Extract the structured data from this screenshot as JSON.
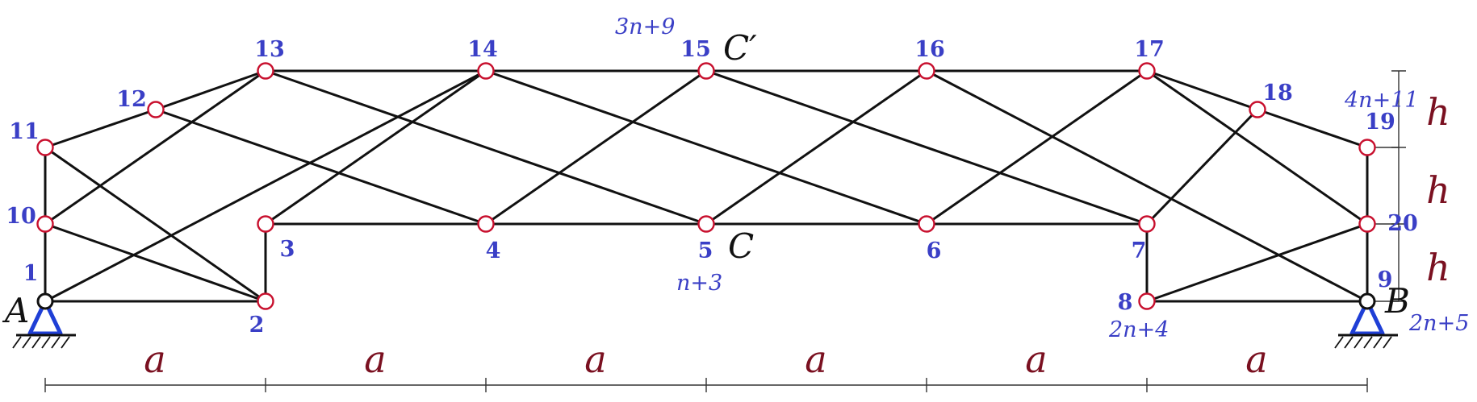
{
  "nodes": [
    {
      "id": "1",
      "label": "1"
    },
    {
      "id": "2",
      "label": "2"
    },
    {
      "id": "3",
      "label": "3"
    },
    {
      "id": "4",
      "label": "4"
    },
    {
      "id": "5",
      "label": "5"
    },
    {
      "id": "6",
      "label": "6"
    },
    {
      "id": "7",
      "label": "7"
    },
    {
      "id": "8",
      "label": "8"
    },
    {
      "id": "9",
      "label": "9"
    },
    {
      "id": "10",
      "label": "10"
    },
    {
      "id": "11",
      "label": "11"
    },
    {
      "id": "12",
      "label": "12"
    },
    {
      "id": "13",
      "label": "13"
    },
    {
      "id": "14",
      "label": "14"
    },
    {
      "id": "15",
      "label": "15"
    },
    {
      "id": "16",
      "label": "16"
    },
    {
      "id": "17",
      "label": "17"
    },
    {
      "id": "18",
      "label": "18"
    },
    {
      "id": "19",
      "label": "19"
    },
    {
      "id": "20",
      "label": "20"
    }
  ],
  "members": [
    [
      "1",
      "2"
    ],
    [
      "1",
      "10"
    ],
    [
      "10",
      "11"
    ],
    [
      "2",
      "3"
    ],
    [
      "3",
      "4"
    ],
    [
      "4",
      "5"
    ],
    [
      "5",
      "6"
    ],
    [
      "6",
      "7"
    ],
    [
      "7",
      "8"
    ],
    [
      "8",
      "9"
    ],
    [
      "9",
      "20"
    ],
    [
      "20",
      "19"
    ],
    [
      "11",
      "12"
    ],
    [
      "12",
      "13"
    ],
    [
      "13",
      "14"
    ],
    [
      "14",
      "15"
    ],
    [
      "15",
      "16"
    ],
    [
      "16",
      "17"
    ],
    [
      "17",
      "18"
    ],
    [
      "18",
      "19"
    ],
    [
      "1",
      "14"
    ],
    [
      "3",
      "14"
    ],
    [
      "4",
      "15"
    ],
    [
      "5",
      "16"
    ],
    [
      "6",
      "17"
    ],
    [
      "7",
      "18"
    ],
    [
      "8",
      "20"
    ],
    [
      "10",
      "13"
    ],
    [
      "11",
      "2"
    ],
    [
      "10",
      "2"
    ],
    [
      "12",
      "4"
    ],
    [
      "13",
      "5"
    ],
    [
      "14",
      "6"
    ],
    [
      "15",
      "7"
    ],
    [
      "16",
      "9"
    ],
    [
      "17",
      "20"
    ]
  ],
  "formulas": {
    "node15": "3n+9",
    "node5": "n+3",
    "node8": "2n+4",
    "node9": "2n+5",
    "node19": "4n+11"
  },
  "points": {
    "A": "A",
    "B": "B",
    "C": "C",
    "C_prime": "C′"
  },
  "dimensions": {
    "horizontal": [
      "a",
      "a",
      "a",
      "a",
      "a",
      "a"
    ],
    "vertical": [
      "h",
      "h",
      "h"
    ]
  },
  "colors": {
    "member": "#111111",
    "node_stroke": "#c8102e",
    "node_label": "#3a3fc6",
    "dimension_label": "#7a1020",
    "support": "#1f3fd6"
  }
}
